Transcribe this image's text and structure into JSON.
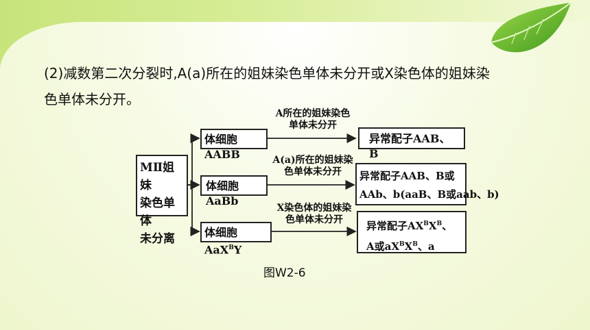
{
  "paragraph": {
    "line1": "(2)减数第二次分裂时,A(a)所在的姐妹染色单体未分开或X染色体的姐妹染",
    "line2": "色单体未分开。"
  },
  "diagram": {
    "source": {
      "line1": "MⅡ姐妹",
      "line2": "染色单体",
      "line3": "未分离"
    },
    "cells": [
      {
        "label": "体细胞AABB"
      },
      {
        "label": "体细胞AaBb"
      },
      {
        "prefix": "体细胞AaX",
        "sup": "B",
        "suffix": "Y"
      }
    ],
    "conditions": [
      {
        "line1": "A所在的姐妹染色",
        "line2": "单体未分开"
      },
      {
        "line1": "A(a)所在的姐妹染",
        "line2": "色单体未分开"
      },
      {
        "line1": "X染色体的姐妹染",
        "line2": "色单体未分开"
      }
    ],
    "results": [
      {
        "line1": "异常配子AAB、B"
      },
      {
        "line1": "异常配子AAB、B或",
        "line2": "AAb、b(aaB、B或aab、b)"
      },
      {
        "r3_a": "异常配子AX",
        "r3_b": "B",
        "r3_c": "X",
        "r3_d": "B",
        "r3_e": "、",
        "r3_f": "A或aX",
        "r3_g": "B",
        "r3_h": "X",
        "r3_i": "B",
        "r3_j": "、a"
      }
    ],
    "caption": "图W2-6"
  }
}
